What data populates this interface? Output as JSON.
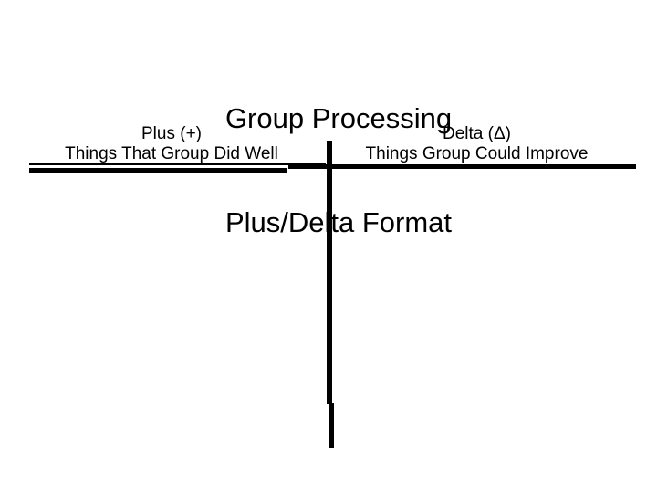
{
  "slide": {
    "title": {
      "line1": "Group Processing",
      "line2": "Plus/Delta Format"
    },
    "left_column": {
      "header_line1": "Plus (+)",
      "header_line2": "Things That Group Did Well"
    },
    "right_column": {
      "header_line1": "Delta (Δ)",
      "header_line2": "Things Group Could Improve"
    },
    "colors": {
      "background": "#ffffff",
      "foreground": "#000000"
    }
  }
}
